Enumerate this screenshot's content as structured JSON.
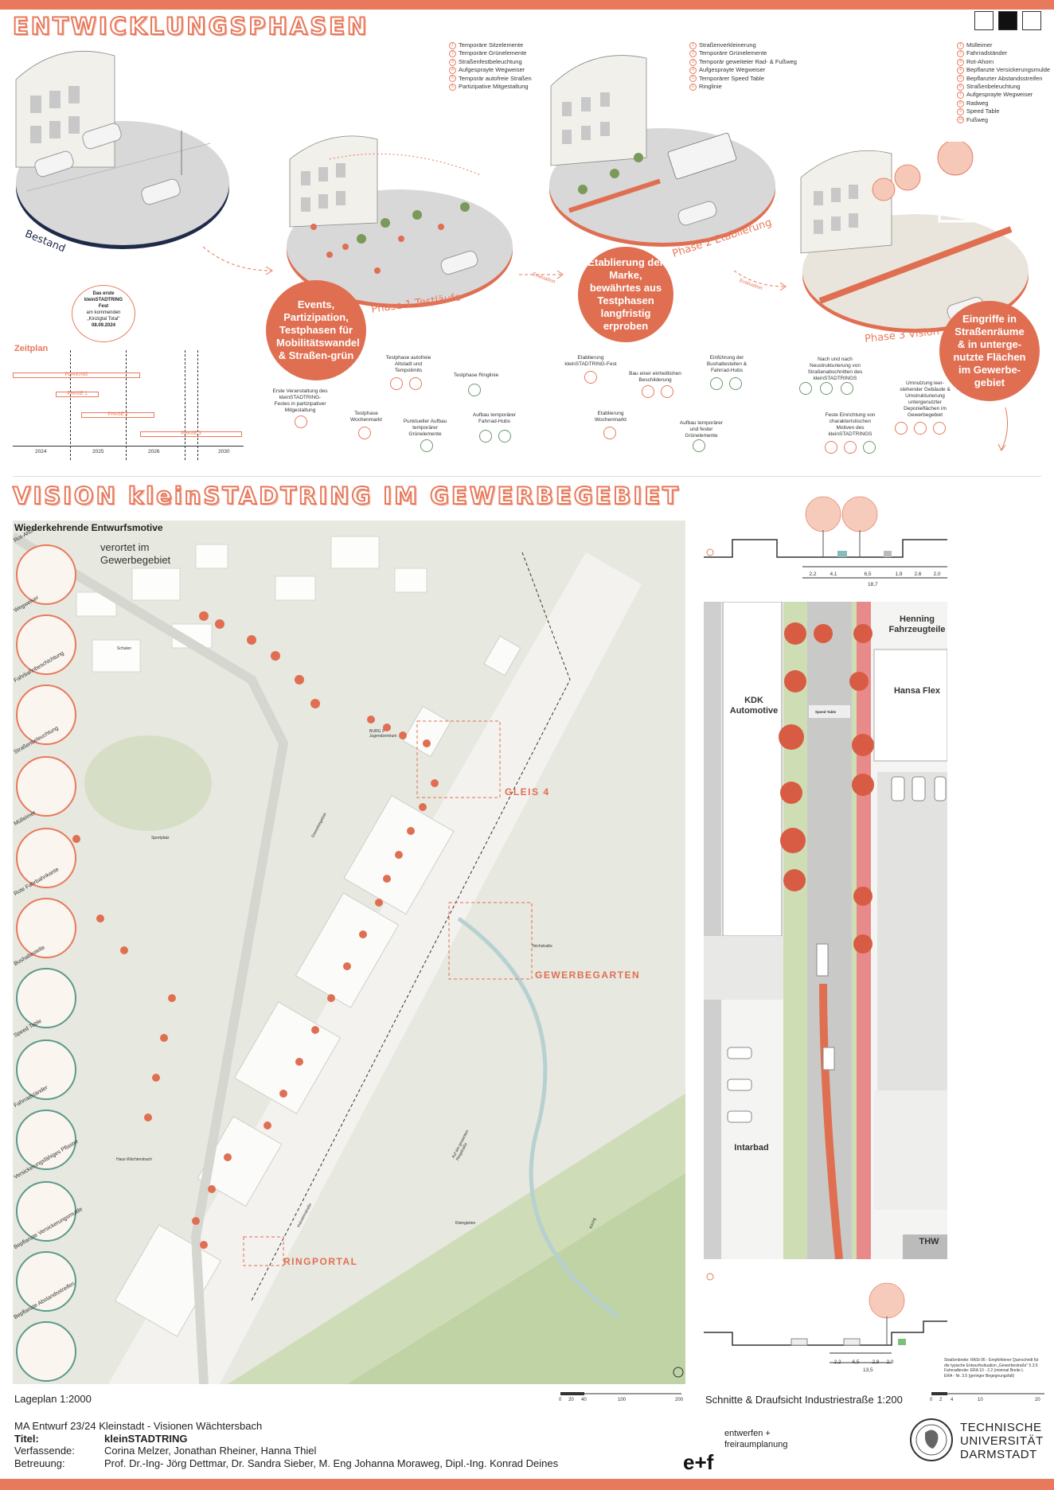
{
  "title1": "ENTWICKLUNGSPHASEN",
  "title2": "VISION kleinSTADTRING IM GEWERBEGEBIET",
  "phases": {
    "bestand": "Bestand",
    "p1": "Phase 1 Testläufe",
    "p2": "Phase 2 Etablierung",
    "p3": "Phase 3 Vision",
    "evaluation": "Evaluation"
  },
  "legend1": [
    "Temporäre Sitzelemente",
    "Temporäre Grünelemente",
    "Straßenfestbeleuchtung",
    "Aufgesprayte Wegweiser",
    "Temporär autofreie Straßen",
    "Partizipative Mitgestaltung"
  ],
  "legend2": [
    "Straßenverkleinerung",
    "Temporäre Grünelemente",
    "Temporär geweiteter Rad- & Fußweg",
    "Aufgesprayte Wegweiser",
    "Temporärer Speed Table",
    "Ringlinie"
  ],
  "legend3": [
    "Mülleimer",
    "Fahrradständer",
    "Rot-Ahorn",
    "Bepflanzte Versickerungsmulde",
    "Bepflanzter Abstandsstreifen",
    "Straßenbeleuchtung",
    "Aufgesprayte Wegweiser",
    "Radweg",
    "Speed Table",
    "Fußweg"
  ],
  "bubbles": {
    "b1": "Events, Partizipation, Testphasen für Mobilitätswandel & Straßen-grün",
    "b2": "Etablierung der Marke, bewährtes aus Testphasen langfristig erproben",
    "b3": "Eingriffe in Straßenräume & in unterge-nutzte Flächen im Gewerbe-gebiet"
  },
  "timeline": {
    "label": "Zeitplan",
    "fest": [
      "Das erste kleinSTADTRING Fest",
      "am kommenden „Kinzigtal Total\"",
      "08.09.2024"
    ],
    "bars": [
      "PLANUNG",
      "PHASE 1",
      "PHASE 2",
      "PHASE 3"
    ],
    "years": [
      "2024",
      "2025",
      "2026",
      "2030"
    ],
    "notes": [
      "Erste Veranstaltung des kleinSTADTRING-Festes in partizipativer Mitgestaltung",
      "Testphase Wochenmarkt",
      "Testphase autofreie Altstadt und Tempolimits",
      "Punktueller Aufbau temporärer Grünelemente",
      "Testphase Ringlinie",
      "Aufbau temporärer Fahrrad-Hubs",
      "Etablierung kleinSTADTRING-Fest",
      "Etablierung Wochenmarkt",
      "Bau einer einheitlichen Beschilderung",
      "Einführung der Bushaltestellen & Fahrrad-Hubs",
      "Aufbau temporärer und fester Grünelemente",
      "Nach und nach Neustrukturierung von Straßenabschnitten des kleinSTADTRINGS",
      "Feste Einrichtung von charakteristischen Motiven des kleinSTADTRINGS",
      "Umnutzung leer-stehender Gebäude & Umstrukturierung untergenutzter Deponieflächen im Gewerbegebiet"
    ]
  },
  "motifs": {
    "heading": "Wiederkehrende Entwurfsmotive",
    "sub": "verortet im Gewerbegebiet",
    "items": [
      "Rot-Ahorn",
      "Wegweiser",
      "Fahrbahnbeschichtung",
      "Straßenbeleuchtung",
      "Mülleimer",
      "Rote Fahrbahnkante",
      "Bushaltestelle",
      "Speed Table",
      "Fahrradständer",
      "Versickerungsfähiges Pflaster",
      "Bepflanzte Versickerungsmulde",
      "Bepflanzte Abstandsstreifen"
    ]
  },
  "map": {
    "names": [
      "GLEIS 4",
      "GEWERBEGARTEN",
      "RINGPORTAL"
    ],
    "labels": [
      "Schulen",
      "Sportplatz",
      "Gewerbegebiet",
      "Kinzig",
      "Haus Wächtersbach",
      "Kleingärten",
      "Industriestraße",
      "Auf der gesamten Ringstraße",
      "BURG 9 Jugendzentrum",
      "Teichstraße"
    ]
  },
  "plan": {
    "buildings": [
      "KDK Automotive",
      "Henning Fahrzeugteile",
      "Hansa Flex",
      "Intarbad",
      "THW"
    ],
    "section_dims_a": [
      "2,2",
      "4,1",
      "6,5",
      "1,9",
      "2,6",
      "2,0"
    ],
    "section_total_a": "18,7",
    "section_dims_b": [
      "2,2",
      "6,5",
      "2,8",
      "2,0"
    ],
    "section_total_b": "13,5",
    "speed_table": "Speed Table",
    "road_notes": [
      "Straßenbreite: RASt 06 - Empfohlener Querschnitt für die typische Entwurfssituation „Gewerbestraße\" 5.3.5",
      "Fahrradbreite: ERA 10 - 2.2 (minimal Breite L",
      "ERA - Nr. 3.5 (geringer Begegnungsfall)"
    ]
  },
  "captions": {
    "lageplan": "Lageplan 1:2000",
    "schnitte": "Schnitte & Draufsicht Industriestraße 1:200",
    "scale1": [
      "0",
      "20",
      "40",
      "100",
      "200"
    ],
    "scale2": [
      "0",
      "2",
      "4",
      "10",
      "20"
    ]
  },
  "info": {
    "course": "MA Entwurf 23/24 Kleinstadt - Visionen Wächtersbach",
    "title_k": "Titel:",
    "title_v": "kleinSTADTRING",
    "authors_k": "Verfassende:",
    "authors_v": "Corina Melzer, Jonathan Rheiner, Hanna Thiel",
    "super_k": "Betreuung:",
    "super_v": "Prof. Dr.-Ing- Jörg Dettmar, Dr. Sandra Sieber, M. Eng Johanna Moraweg, Dipl.-Ing. Konrad Deines"
  },
  "logos": {
    "ef": "e+f",
    "ef_text": [
      "entwerfen +",
      "freiraumplanung"
    ],
    "tu": [
      "TECHNISCHE",
      "UNIVERSITÄT",
      "DARMSTADT"
    ]
  },
  "colors": {
    "accent": "#e8795c",
    "bubble": "#e06f52",
    "dark": "#222222"
  }
}
